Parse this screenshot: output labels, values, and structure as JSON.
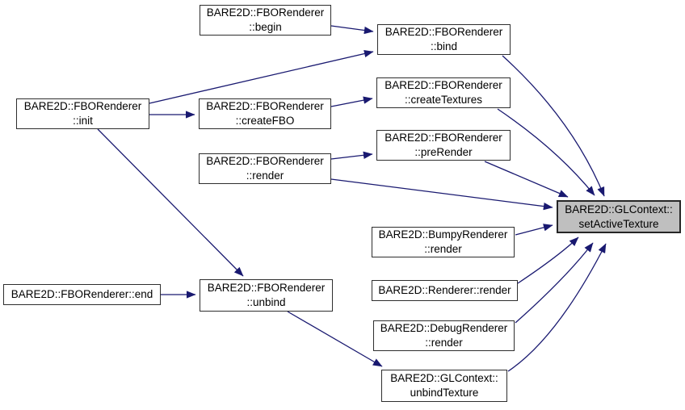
{
  "diagram": {
    "type": "call-graph",
    "background_color": "#ffffff",
    "arrow_color": "#191970",
    "node_fill_color": "#ffffff",
    "node_border_color": "#2e2e2e",
    "highlight_fill_color": "#bfbfbf",
    "highlighted_node": "setActiveTexture",
    "nodes": {
      "begin": {
        "line1": "BARE2D::FBORenderer",
        "line2": "::begin"
      },
      "bind": {
        "line1": "BARE2D::FBORenderer",
        "line2": "::bind"
      },
      "createTextures": {
        "line1": "BARE2D::FBORenderer",
        "line2": "::createTextures"
      },
      "init": {
        "line1": "BARE2D::FBORenderer",
        "line2": "::init"
      },
      "createFBO": {
        "line1": "BARE2D::FBORenderer",
        "line2": "::createFBO"
      },
      "preRender": {
        "line1": "BARE2D::FBORenderer",
        "line2": "::preRender"
      },
      "render": {
        "line1": "BARE2D::FBORenderer",
        "line2": "::render"
      },
      "setActiveTexture": {
        "line1": "BARE2D::GLContext::",
        "line2": "setActiveTexture"
      },
      "bumpyRender": {
        "line1": "BARE2D::BumpyRenderer",
        "line2": "::render"
      },
      "rendererRender": {
        "line1": "BARE2D::Renderer::render",
        "line2": ""
      },
      "debugRender": {
        "line1": "BARE2D::DebugRenderer",
        "line2": "::render"
      },
      "end": {
        "line1": "BARE2D::FBORenderer::end",
        "line2": ""
      },
      "unbind": {
        "line1": "BARE2D::FBORenderer",
        "line2": "::unbind"
      },
      "unbindTexture": {
        "line1": "BARE2D::GLContext::",
        "line2": "unbindTexture"
      }
    },
    "edges": [
      {
        "from": "begin",
        "to": "bind"
      },
      {
        "from": "init",
        "to": "bind"
      },
      {
        "from": "init",
        "to": "createFBO"
      },
      {
        "from": "init",
        "to": "unbind"
      },
      {
        "from": "createFBO",
        "to": "createTextures"
      },
      {
        "from": "render",
        "to": "preRender"
      },
      {
        "from": "render",
        "to": "setActiveTexture"
      },
      {
        "from": "bind",
        "to": "setActiveTexture"
      },
      {
        "from": "createTextures",
        "to": "setActiveTexture"
      },
      {
        "from": "preRender",
        "to": "setActiveTexture"
      },
      {
        "from": "bumpyRender",
        "to": "setActiveTexture"
      },
      {
        "from": "rendererRender",
        "to": "setActiveTexture"
      },
      {
        "from": "debugRender",
        "to": "setActiveTexture"
      },
      {
        "from": "end",
        "to": "unbind"
      },
      {
        "from": "unbind",
        "to": "unbindTexture"
      },
      {
        "from": "unbindTexture",
        "to": "setActiveTexture"
      }
    ]
  }
}
